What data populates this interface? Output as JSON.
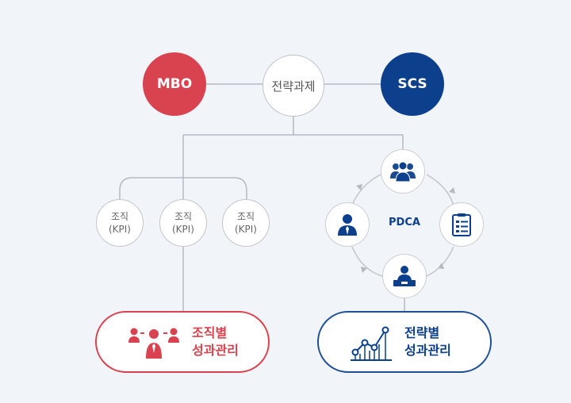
{
  "nodes": {
    "mbo": "MBO",
    "scs": "SCS",
    "center": "전략과제"
  },
  "kpi_nodes": [
    {
      "line1": "조직",
      "line2": "(KPI)"
    },
    {
      "line1": "조직",
      "line2": "(KPI)"
    },
    {
      "line1": "조직",
      "line2": "(KPI)"
    }
  ],
  "cycle": {
    "label": "PDCA",
    "icons": [
      "team-icon",
      "checklist-icon",
      "presenter-icon",
      "person-icon"
    ]
  },
  "outputs": {
    "org": {
      "line1": "조직별",
      "line2": "성과관리",
      "icon": "people-network-icon"
    },
    "strategy": {
      "line1": "전략별",
      "line2": "성과관리",
      "icon": "growth-chart-icon"
    }
  },
  "colors": {
    "red": "#d9424f",
    "navy": "#0c3f8c",
    "line": "#b5bac1",
    "background": "#f1f5fa"
  }
}
